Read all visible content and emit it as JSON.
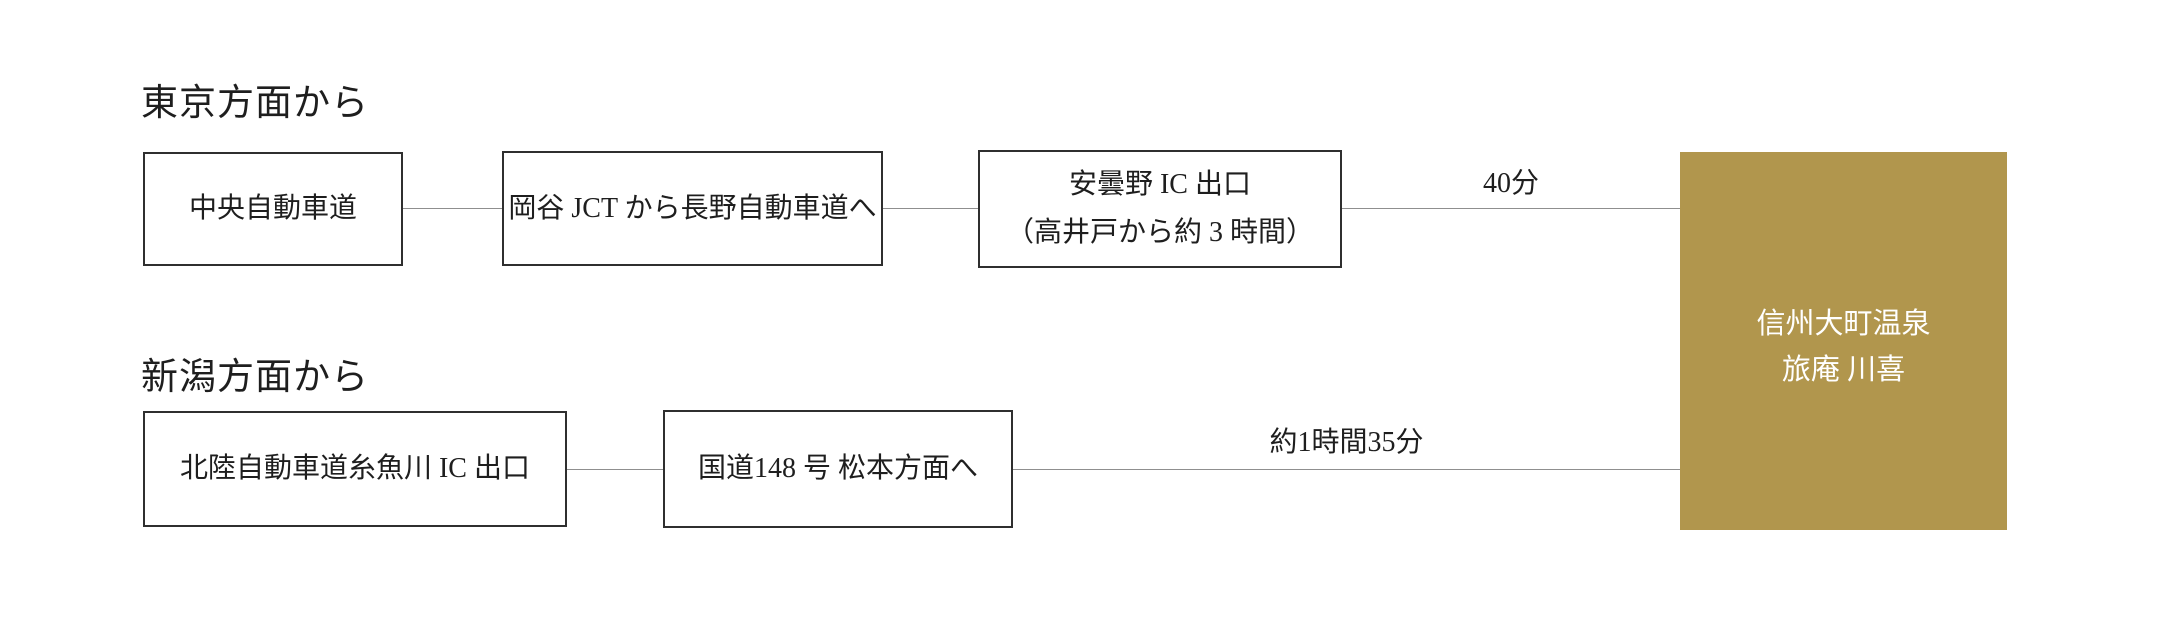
{
  "route_tokyo": {
    "heading": "東京方面から",
    "box1": "中央自動車道",
    "box2": "岡谷 JCT から長野自動車道へ",
    "box3_line1": "安曇野 IC 出口",
    "box3_line2": "（高井戸から約 3 時間）",
    "duration": "40分"
  },
  "route_niigata": {
    "heading": "新潟方面から",
    "box1": "北陸自動車道糸魚川 IC 出口",
    "box2": "国道148 号 松本方面へ",
    "duration": "約1時間35分"
  },
  "destination": {
    "name_line1": "信州大町温泉",
    "name_line2": "旅庵 川喜"
  },
  "colors": {
    "destination_bg": "#b1964d",
    "destination_text": "#ffffff",
    "box_border": "#2f2f2f",
    "connector": "#8f8f8f",
    "text": "#1e1e1e",
    "background": "#ffffff"
  }
}
